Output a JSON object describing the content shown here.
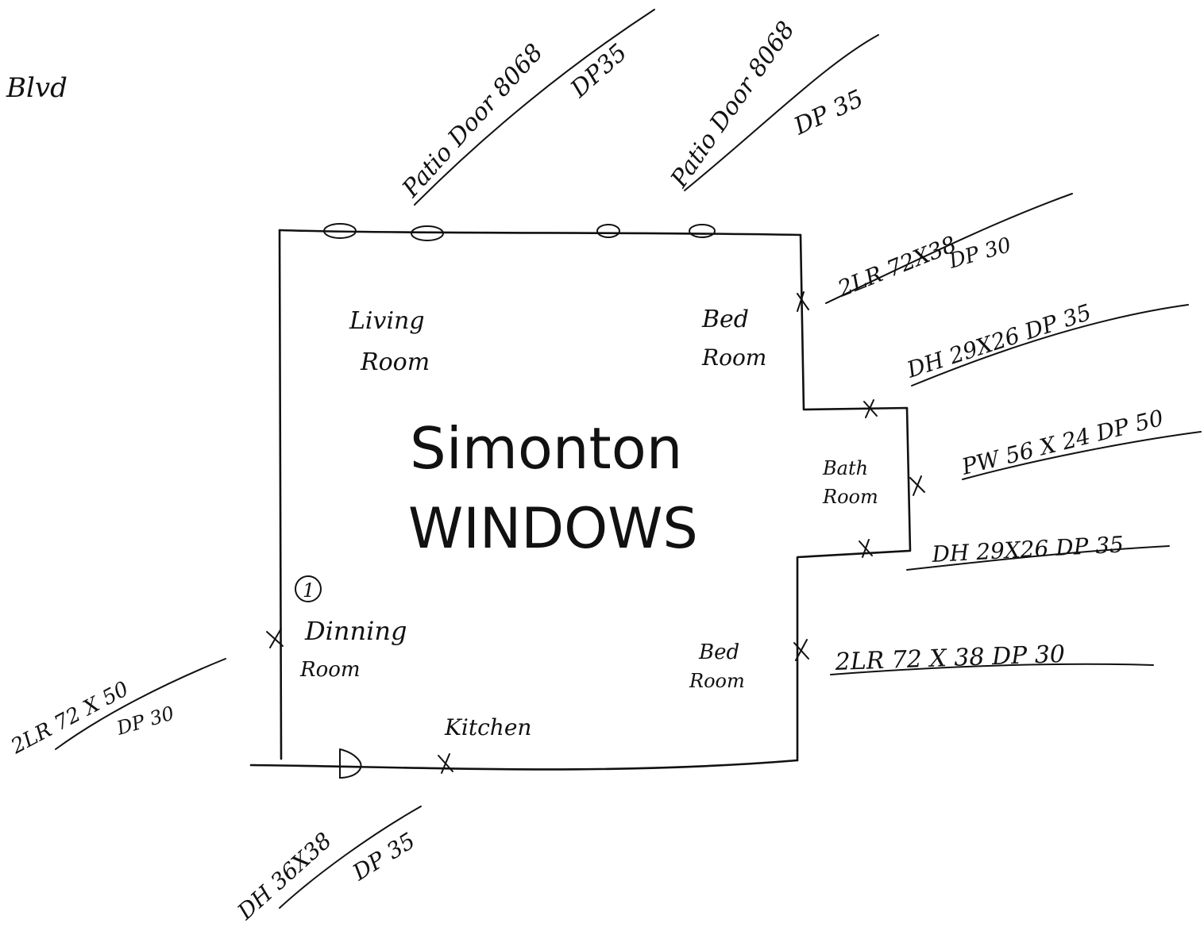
{
  "corner_note": "Blvd",
  "title": {
    "line1": "Simonton",
    "line2": "WINDOWS"
  },
  "rooms": {
    "living": [
      "Living",
      "Room"
    ],
    "bed_upper": [
      "Bed",
      "Room"
    ],
    "bath": [
      "Bath",
      "Room"
    ],
    "bed_lower": [
      "Bed",
      "Room"
    ],
    "dining_marker": "1",
    "dining": [
      "Dinning",
      "Room"
    ],
    "kitchen": "Kitchen"
  },
  "callouts": {
    "patio_left": {
      "line1": "Patio Door 8068",
      "line2": "DP35"
    },
    "patio_right": {
      "line1": "Patio Door 8068",
      "line2": "DP 35"
    },
    "bed_upper": {
      "line1": "2LR 72X38",
      "line2": "DP 30"
    },
    "bed_upper_dh": "DH 29X26 DP 35",
    "bath_pw": "PW 56 X 24 DP 50",
    "bath_dh": "DH 29X26 DP 35",
    "bed_lower": "2LR 72 X 38 DP 30",
    "dining": {
      "line1": "2LR 72 X 50",
      "line2": "DP 30"
    },
    "kitchen": {
      "line1": "DH 36X38",
      "line2": "DP 35"
    }
  }
}
